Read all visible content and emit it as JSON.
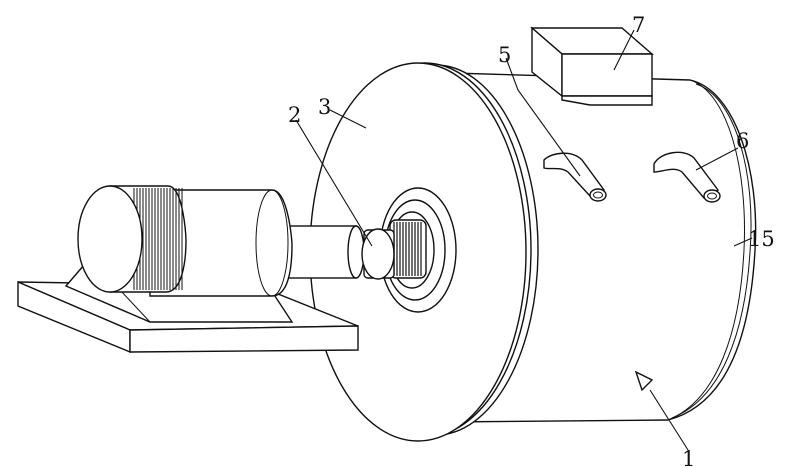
{
  "labels": {
    "part_1": "1",
    "part_2": "2",
    "part_3": "3",
    "part_5": "5",
    "part_6": "6",
    "part_7": "7",
    "part_15": "15"
  },
  "colors": {
    "line": "#111111",
    "background": "#ffffff"
  }
}
